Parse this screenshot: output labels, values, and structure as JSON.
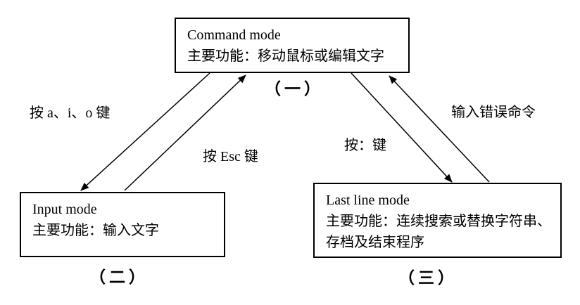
{
  "colors": {
    "background": "#ffffff",
    "ink": "#000000"
  },
  "boxes": {
    "command": {
      "lines": [
        "Command mode",
        "主要功能：移动鼠标或编辑文字"
      ],
      "caption": "（一）"
    },
    "input": {
      "lines": [
        "Input mode",
        "主要功能：输入文字"
      ],
      "caption": "（二）"
    },
    "lastline": {
      "lines": [
        "Last line mode",
        "主要功能：连续搜索或替换字符串、",
        "存档及结束程序"
      ],
      "caption": "（三）"
    }
  },
  "edge_labels": {
    "press_a_i_o": "按 a、i、o 键",
    "press_esc": "按 Esc 键",
    "press_colon": "按：键",
    "wrong_command": "输入错误命令"
  }
}
